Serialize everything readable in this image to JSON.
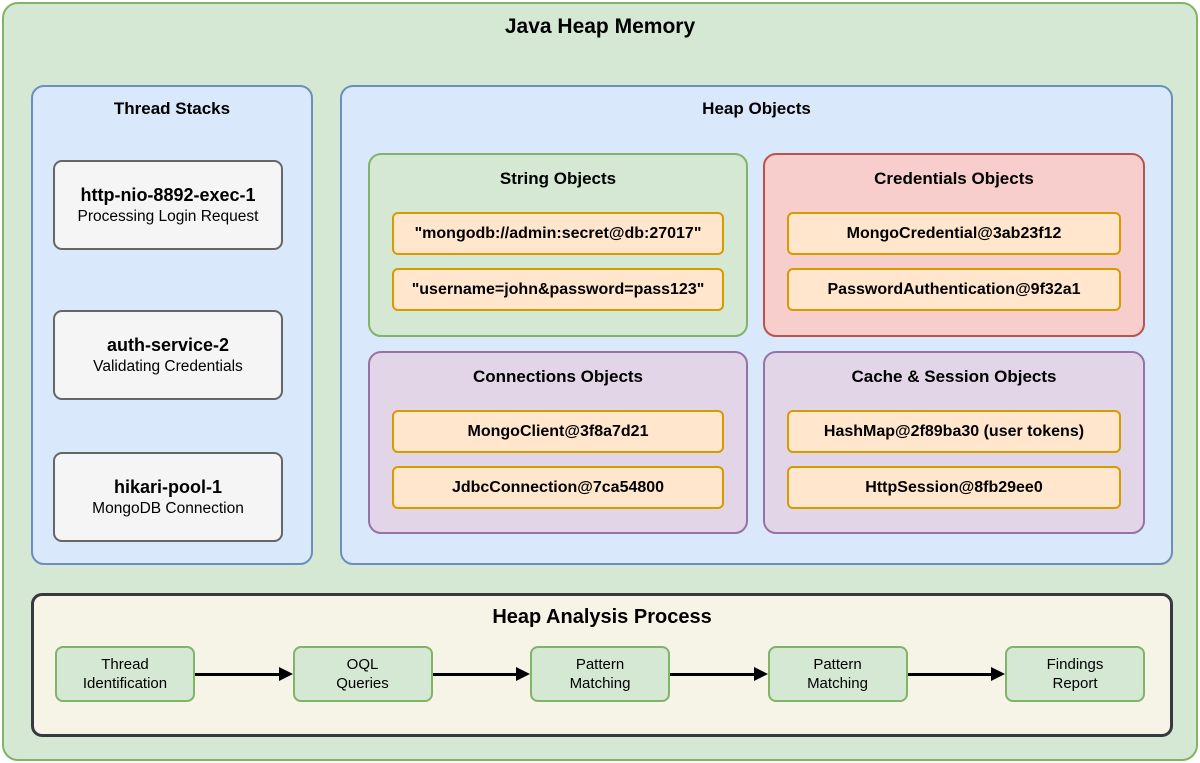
{
  "diagram": {
    "title": "Java Heap Memory"
  },
  "thread_stacks": {
    "title": "Thread Stacks",
    "threads": [
      {
        "name": "http-nio-8892-exec-1",
        "activity": "Processing Login Request"
      },
      {
        "name": "auth-service-2",
        "activity": "Validating Credentials"
      },
      {
        "name": "hikari-pool-1",
        "activity": "MongoDB Connection"
      }
    ]
  },
  "heap_objects": {
    "title": "Heap Objects",
    "groups": [
      {
        "title": "String Objects",
        "theme": "green",
        "items": [
          "\"mongodb://admin:secret@db:27017\"",
          "\"username=john&password=pass123\""
        ]
      },
      {
        "title": "Credentials Objects",
        "theme": "red",
        "items": [
          "MongoCredential@3ab23f12",
          "PasswordAuthentication@9f32a1"
        ]
      },
      {
        "title": "Connections Objects",
        "theme": "purple",
        "items": [
          "MongoClient@3f8a7d21",
          "JdbcConnection@7ca54800"
        ]
      },
      {
        "title": "Cache & Session Objects",
        "theme": "purple",
        "items": [
          "HashMap@2f89ba30 (user tokens)",
          "HttpSession@8fb29ee0"
        ]
      }
    ]
  },
  "analysis_process": {
    "title": "Heap Analysis Process",
    "steps": [
      {
        "lines": [
          "Thread",
          "Identification"
        ]
      },
      {
        "lines": [
          "OQL",
          "Queries"
        ]
      },
      {
        "lines": [
          "Pattern",
          "Matching"
        ]
      },
      {
        "lines": [
          "Pattern",
          "Matching"
        ]
      },
      {
        "lines": [
          "Findings",
          "Report"
        ]
      }
    ]
  },
  "colors": {
    "outer_fill": "#d5e8d4",
    "outer_border": "#82b366",
    "panel_fill": "#dae8fc",
    "panel_border": "#6c8ebf",
    "thread_fill": "#f5f5f5",
    "thread_border": "#666666",
    "green_fill": "#d5e8d4",
    "green_border": "#82b366",
    "red_fill": "#f8cecc",
    "red_border": "#b85450",
    "purple_fill": "#e1d5e7",
    "purple_border": "#9673a6",
    "item_fill": "#ffe6cc",
    "item_border": "#d79b00",
    "process_fill": "#f6f3e7",
    "process_border": "#36393d",
    "arrow": "#000000",
    "text": "#000000"
  }
}
